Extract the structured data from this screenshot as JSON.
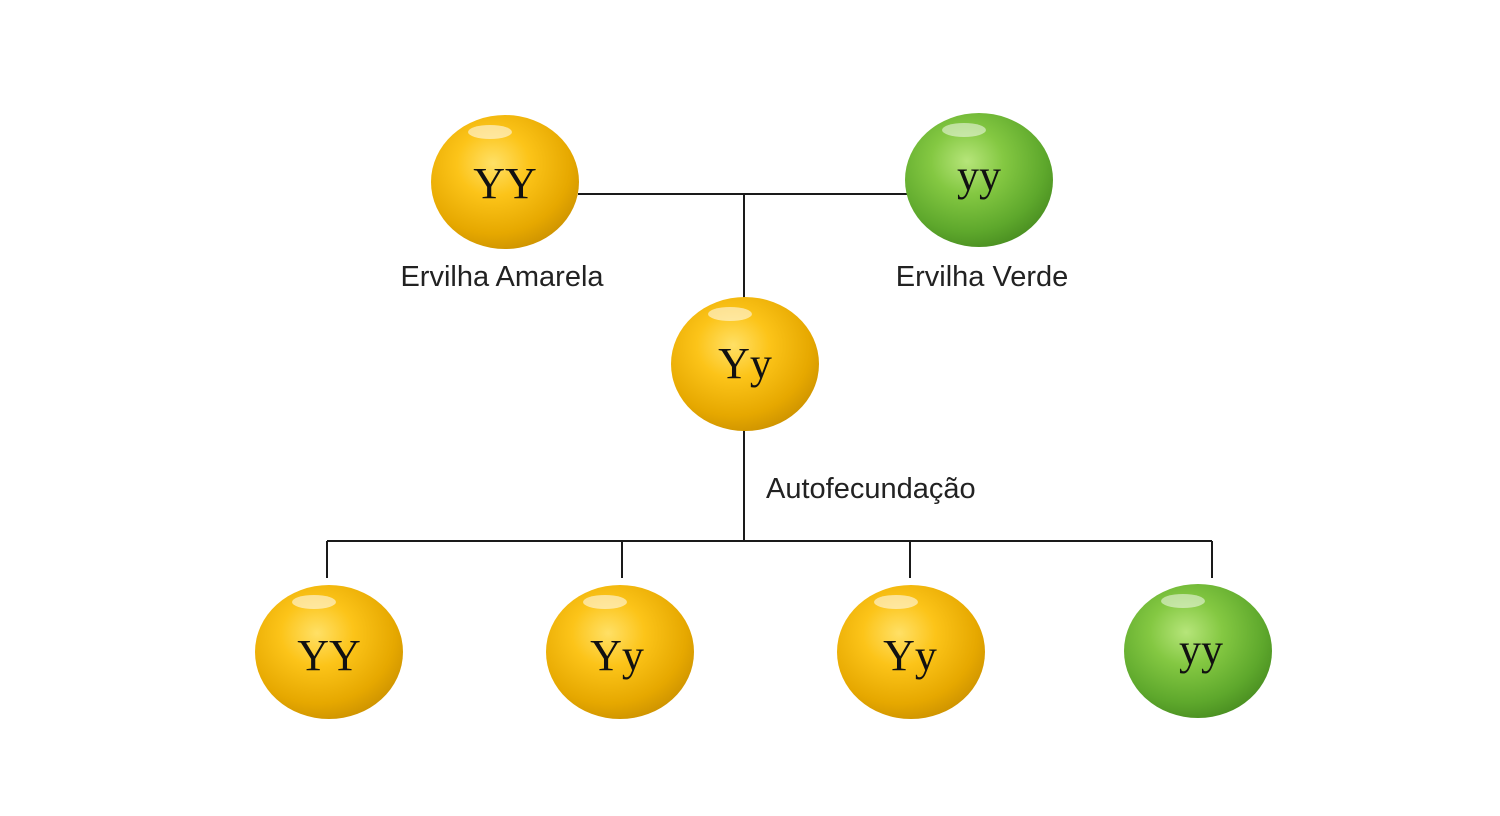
{
  "colors": {
    "yellow": "#f0b800",
    "green": "#6db833",
    "line": "#1a1a1a"
  },
  "parents": {
    "yellow_genotype": "YY",
    "yellow_label": "Ervilha Amarela",
    "green_genotype": "yy",
    "green_label": "Ervilha Verde"
  },
  "f1": {
    "genotype": "Yy",
    "process_label": "Autofecundação"
  },
  "f2": [
    {
      "genotype": "YY",
      "color": "yellow"
    },
    {
      "genotype": "Yy",
      "color": "yellow"
    },
    {
      "genotype": "Yy",
      "color": "yellow"
    },
    {
      "genotype": "yy",
      "color": "green"
    }
  ]
}
